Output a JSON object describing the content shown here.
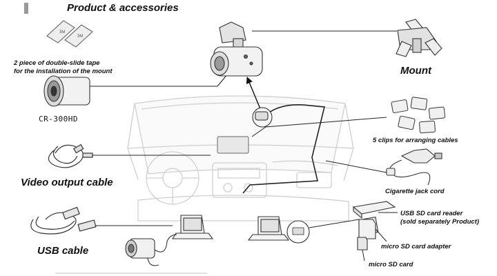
{
  "title": "Product & accessories",
  "labels": {
    "tape": [
      "2 piece of double-slide tape",
      "for the installation of the mount"
    ],
    "camera_model": "CR-300HD",
    "mount": "Mount",
    "clips": "5 clips for arranging cables",
    "video_cable": "Video output cable",
    "cigarette": "Cigarette jack cord",
    "usb_reader": [
      "USB SD card reader",
      "(sold separately Product)"
    ],
    "usb_cable": "USB cable",
    "micro_sd_adapter": "micro SD card adapter",
    "micro_sd_card": "micro SD card"
  }
}
